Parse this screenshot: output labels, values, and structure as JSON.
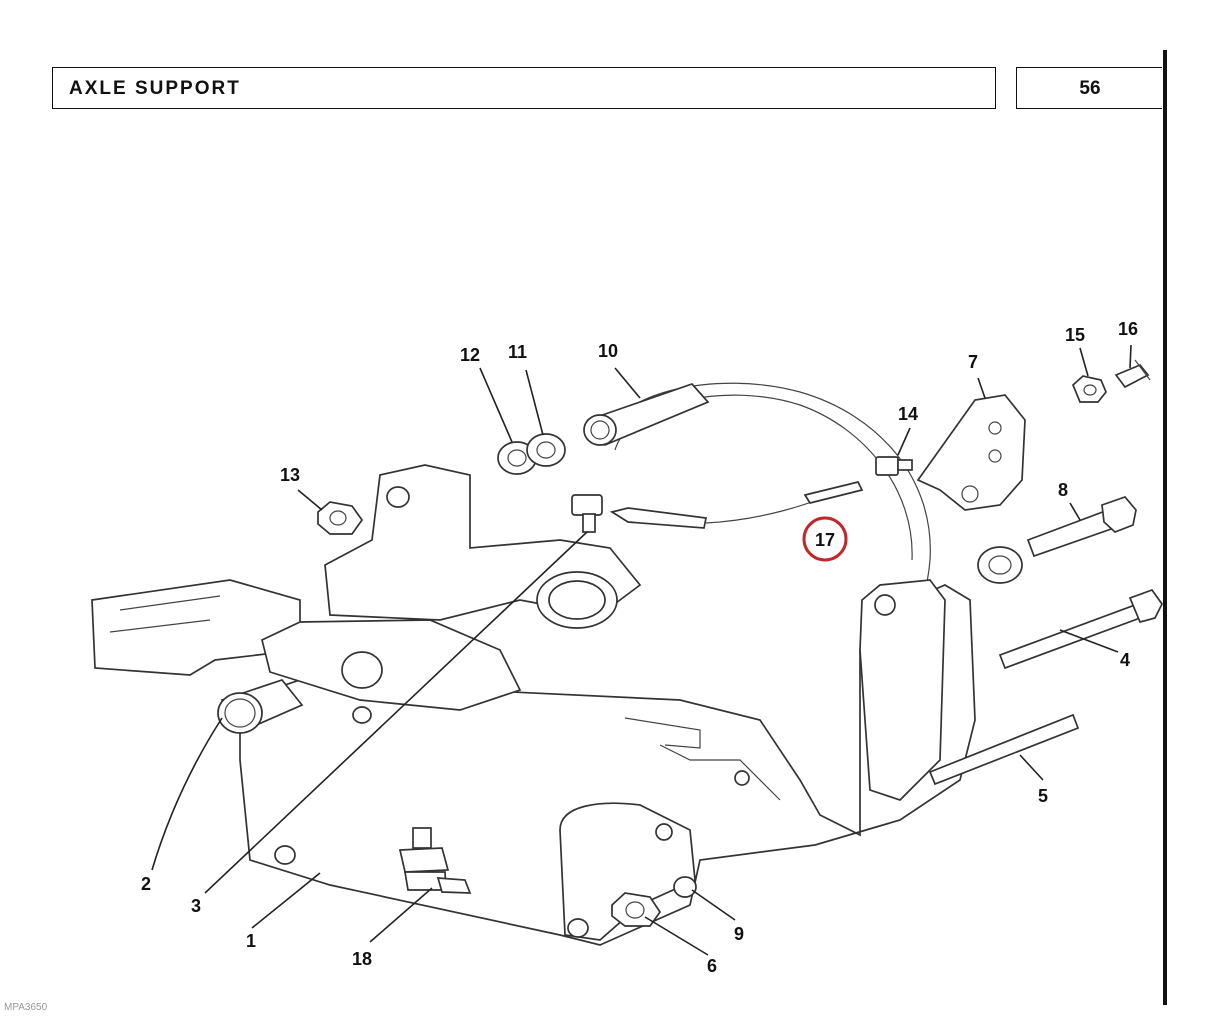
{
  "header": {
    "title": "AXLE SUPPORT",
    "page_number": "56"
  },
  "reference_code": "MPA3650",
  "highlight": {
    "callout": "17",
    "color": "#c0272d"
  },
  "callouts": [
    {
      "id": "c1",
      "label": "1"
    },
    {
      "id": "c2",
      "label": "2"
    },
    {
      "id": "c3",
      "label": "3"
    },
    {
      "id": "c4",
      "label": "4"
    },
    {
      "id": "c5",
      "label": "5"
    },
    {
      "id": "c6",
      "label": "6"
    },
    {
      "id": "c7",
      "label": "7"
    },
    {
      "id": "c8",
      "label": "8"
    },
    {
      "id": "c9",
      "label": "9"
    },
    {
      "id": "c10",
      "label": "10"
    },
    {
      "id": "c11",
      "label": "11"
    },
    {
      "id": "c12",
      "label": "12"
    },
    {
      "id": "c13",
      "label": "13"
    },
    {
      "id": "c14",
      "label": "14"
    },
    {
      "id": "c15",
      "label": "15"
    },
    {
      "id": "c16",
      "label": "16"
    },
    {
      "id": "c17",
      "label": "17"
    },
    {
      "id": "c18",
      "label": "18"
    }
  ]
}
